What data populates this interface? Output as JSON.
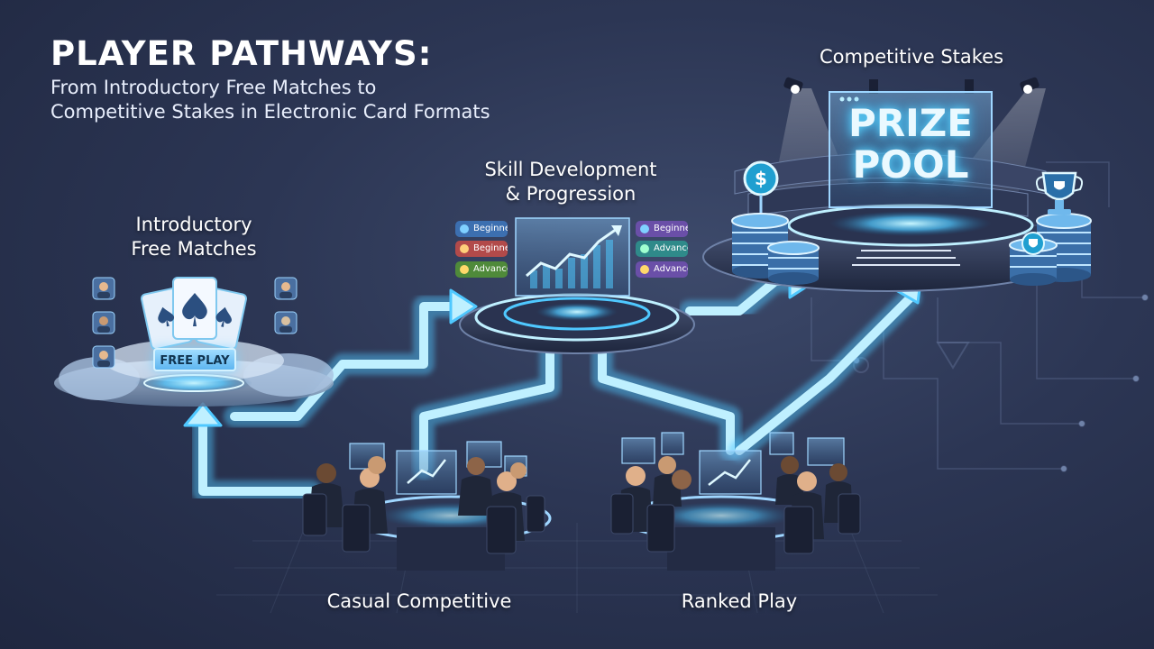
{
  "header": {
    "title": "PLAYER PATHWAYS:",
    "subtitle_line1": "From Introductory Free Matches to",
    "subtitle_line2": "Competitive Stakes in Electronic Card Formats"
  },
  "stages": {
    "intro": {
      "line1": "Introductory",
      "line2": "Free Matches",
      "button": "FREE PLAY"
    },
    "skill": {
      "line1": "Skill Development",
      "line2": "& Progression"
    },
    "competitive": {
      "label": "Competitive Stakes",
      "prize_line1": "PRIZE",
      "prize_line2": "POOL"
    },
    "casual": {
      "label": "Casual Competitive"
    },
    "ranked": {
      "label": "Ranked Play"
    }
  },
  "skill_badges": {
    "left": [
      "Beginner",
      "Beginner",
      "Advanced"
    ],
    "right": [
      "Beginner",
      "Advanced",
      "Advanced"
    ]
  },
  "colors": {
    "path_glow": "#4fc8ff",
    "path_core": "#bff0ff",
    "accent_cyan": "#5fd8ff",
    "platform_dark": "#2a3350",
    "badge_blue": "#3c6fb0",
    "badge_red": "#b24a4a",
    "badge_green": "#4f8a3a",
    "badge_purple": "#6a4fa8",
    "badge_teal": "#2f8a8a"
  },
  "icons": {
    "card_suit": "spade-icon",
    "chip_left": "dollar-chip-icon",
    "chip_right": "shield-chip-icon",
    "trophy": "trophy-icon",
    "spotlight": "spotlight-icon"
  }
}
